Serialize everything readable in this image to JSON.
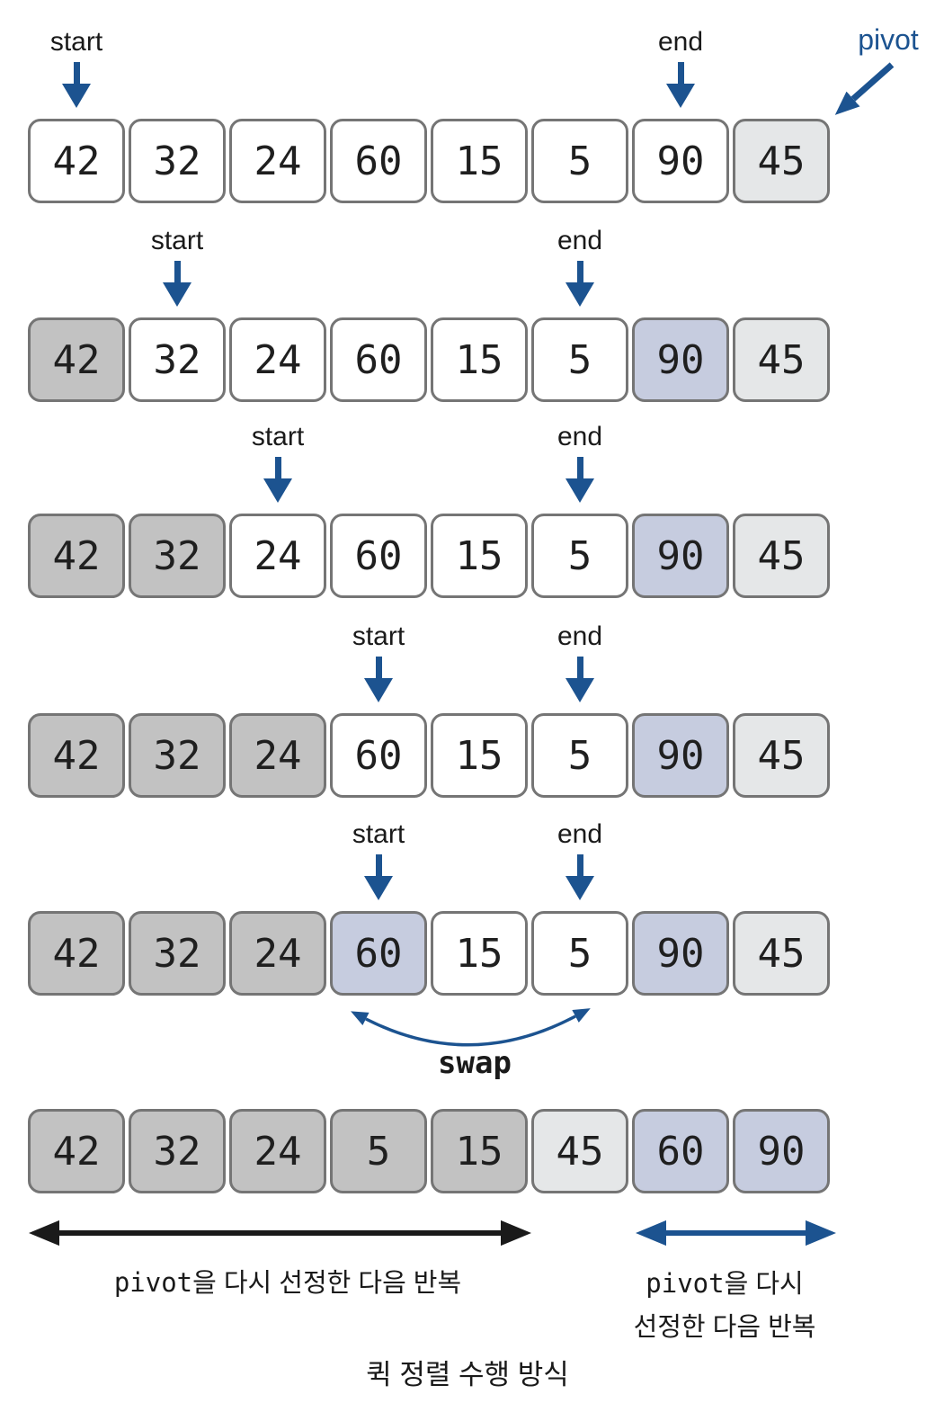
{
  "diagram": {
    "caption": "퀵 정렬 수행 방식",
    "pivot_label": "pivot",
    "swap_label": "swap",
    "colors": {
      "accent_blue": "#1c5390",
      "done_gray": "#c2c2c2",
      "compare_blue": "#c6ccdf",
      "pivot_gray": "#e5e7e8",
      "border_gray": "#757575",
      "arrow_black": "#1a1a1a"
    },
    "rows": [
      {
        "cells": [
          {
            "value": "42",
            "state": "plain"
          },
          {
            "value": "32",
            "state": "plain"
          },
          {
            "value": "24",
            "state": "plain"
          },
          {
            "value": "60",
            "state": "plain"
          },
          {
            "value": "15",
            "state": "plain"
          },
          {
            "value": "5",
            "state": "plain"
          },
          {
            "value": "90",
            "state": "plain"
          },
          {
            "value": "45",
            "state": "pivot"
          }
        ],
        "pointers": [
          {
            "label": "start",
            "cell": 0
          },
          {
            "label": "end",
            "cell": 6
          }
        ]
      },
      {
        "cells": [
          {
            "value": "42",
            "state": "done"
          },
          {
            "value": "32",
            "state": "plain"
          },
          {
            "value": "24",
            "state": "plain"
          },
          {
            "value": "60",
            "state": "plain"
          },
          {
            "value": "15",
            "state": "plain"
          },
          {
            "value": "5",
            "state": "plain"
          },
          {
            "value": "90",
            "state": "hi"
          },
          {
            "value": "45",
            "state": "pivot"
          }
        ],
        "pointers": [
          {
            "label": "start",
            "cell": 1
          },
          {
            "label": "end",
            "cell": 5
          }
        ]
      },
      {
        "cells": [
          {
            "value": "42",
            "state": "done"
          },
          {
            "value": "32",
            "state": "done"
          },
          {
            "value": "24",
            "state": "plain"
          },
          {
            "value": "60",
            "state": "plain"
          },
          {
            "value": "15",
            "state": "plain"
          },
          {
            "value": "5",
            "state": "plain"
          },
          {
            "value": "90",
            "state": "hi"
          },
          {
            "value": "45",
            "state": "pivot"
          }
        ],
        "pointers": [
          {
            "label": "start",
            "cell": 2
          },
          {
            "label": "end",
            "cell": 5
          }
        ]
      },
      {
        "cells": [
          {
            "value": "42",
            "state": "done"
          },
          {
            "value": "32",
            "state": "done"
          },
          {
            "value": "24",
            "state": "done"
          },
          {
            "value": "60",
            "state": "plain"
          },
          {
            "value": "15",
            "state": "plain"
          },
          {
            "value": "5",
            "state": "plain"
          },
          {
            "value": "90",
            "state": "hi"
          },
          {
            "value": "45",
            "state": "pivot"
          }
        ],
        "pointers": [
          {
            "label": "start",
            "cell": 3
          },
          {
            "label": "end",
            "cell": 5
          }
        ]
      },
      {
        "cells": [
          {
            "value": "42",
            "state": "done"
          },
          {
            "value": "32",
            "state": "done"
          },
          {
            "value": "24",
            "state": "done"
          },
          {
            "value": "60",
            "state": "hi"
          },
          {
            "value": "15",
            "state": "plain"
          },
          {
            "value": "5",
            "state": "plain"
          },
          {
            "value": "90",
            "state": "hi"
          },
          {
            "value": "45",
            "state": "pivot"
          }
        ],
        "pointers": [
          {
            "label": "start",
            "cell": 3
          },
          {
            "label": "end",
            "cell": 5
          }
        ]
      },
      {
        "cells": [
          {
            "value": "42",
            "state": "done"
          },
          {
            "value": "32",
            "state": "done"
          },
          {
            "value": "24",
            "state": "done"
          },
          {
            "value": "5",
            "state": "done"
          },
          {
            "value": "15",
            "state": "done"
          },
          {
            "value": "45",
            "state": "pivot"
          },
          {
            "value": "60",
            "state": "hi"
          },
          {
            "value": "90",
            "state": "hi"
          }
        ],
        "pointers": []
      }
    ],
    "legend_left": {
      "mono": "pivot",
      "text": "을 다시 선정한 다음 반복"
    },
    "legend_right": {
      "line1_mono": "pivot",
      "line1_text": "을 다시",
      "line2_text": "선정한 다음 반복"
    }
  }
}
